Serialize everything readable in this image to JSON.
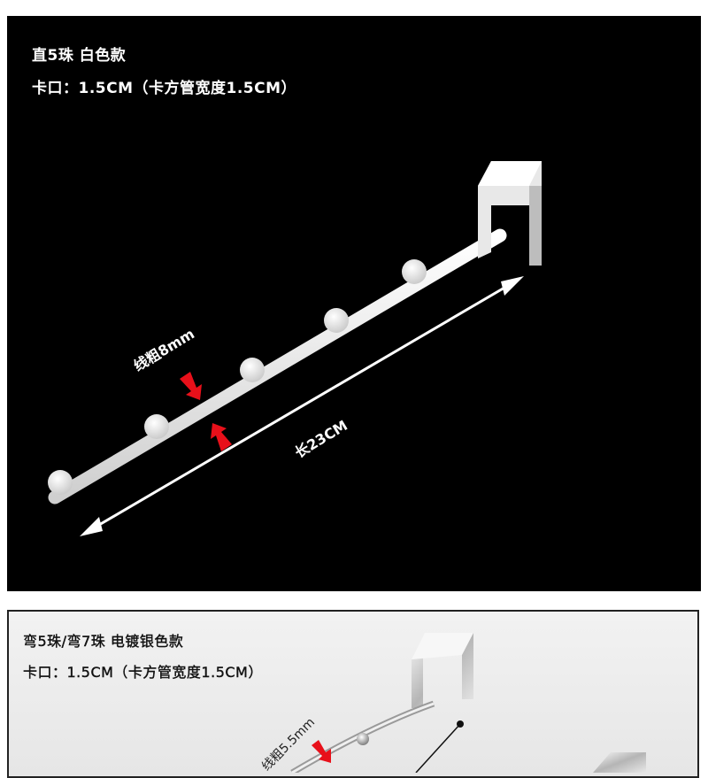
{
  "top_panel": {
    "title": "直5珠  白色款",
    "clip": "卡口：1.5CM（卡方管宽度1.5CM）",
    "wire_label": "线粗8mm",
    "length_label": "长23CM"
  },
  "bottom_panel": {
    "title": "弯5珠/弯7珠  电镀银色款",
    "clip": "卡口：1.5CM（卡方管宽度1.5CM）",
    "wire_label": "线粗5.5mm"
  },
  "colors": {
    "arrow": "#e8101a",
    "background_top": "#000000",
    "background_bottom": "#ececec"
  }
}
